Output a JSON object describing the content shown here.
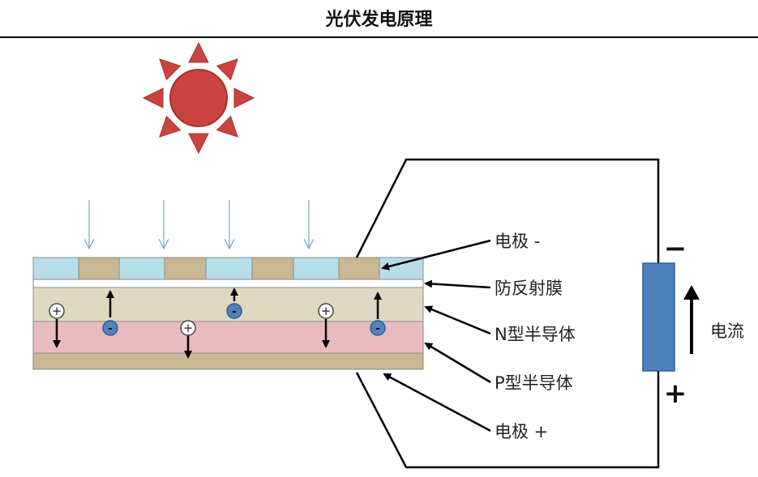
{
  "title": "光伏发电原理",
  "labels": {
    "electrode_neg": "电极 -",
    "antireflection_film": "防反射膜",
    "n_semiconductor": "N型半导体",
    "p_semiconductor": "P型半导体",
    "electrode_pos": "电极 +",
    "current": "电流"
  },
  "polarity": {
    "top": "−",
    "bottom": "+"
  },
  "carriers": {
    "hole": "+",
    "electron": "-"
  },
  "colors": {
    "sun": "#c9433f",
    "sun_stroke": "#a8322f",
    "sunlight_arrow": "#7aa6c8",
    "electrode_cell_light": "#b7dde8",
    "electrode_cell_tan": "#c8b893",
    "n_layer": "#ddd8bf",
    "p_layer": "#e8bcbf",
    "bottom_electrode": "#c8b893",
    "electron": "#4f81bd",
    "load": "#4f81bd"
  }
}
